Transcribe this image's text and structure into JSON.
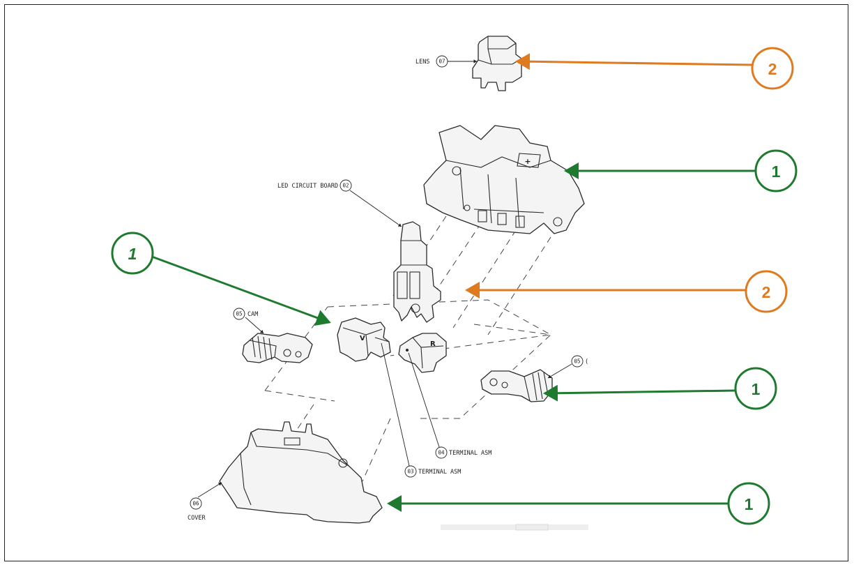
{
  "labels": {
    "lens": {
      "text": "LENS",
      "num": "07"
    },
    "led_board": {
      "text": "LED CIRCUIT BOARD",
      "num": "02"
    },
    "cam_left": {
      "text": "CAM",
      "num": "05"
    },
    "cam_right": {
      "text": "(",
      "num": "05"
    },
    "terminal_03": {
      "text": "TERMINAL ASM",
      "num": "03"
    },
    "terminal_04": {
      "text": "TERMINAL ASM",
      "num": "04"
    },
    "cover": {
      "text": "COVER",
      "num": "06"
    }
  },
  "part_marks": {
    "left_terminal": "V",
    "right_terminal": "R",
    "housing": "+"
  },
  "callouts": [
    {
      "id": "lens",
      "number": "2",
      "color": "#e07a1f",
      "italic": false
    },
    {
      "id": "housing",
      "number": "1",
      "color": "#1e7a2e",
      "italic": false
    },
    {
      "id": "terminal-left",
      "number": "1",
      "color": "#1e7a2e",
      "italic": true
    },
    {
      "id": "led-board",
      "number": "2",
      "color": "#e07a1f",
      "italic": false
    },
    {
      "id": "cam-right",
      "number": "1",
      "color": "#1e7a2e",
      "italic": false
    },
    {
      "id": "cover",
      "number": "1",
      "color": "#1e7a2e",
      "italic": false
    }
  ],
  "colors": {
    "green": "#1e7a2e",
    "orange": "#e07a1f"
  }
}
